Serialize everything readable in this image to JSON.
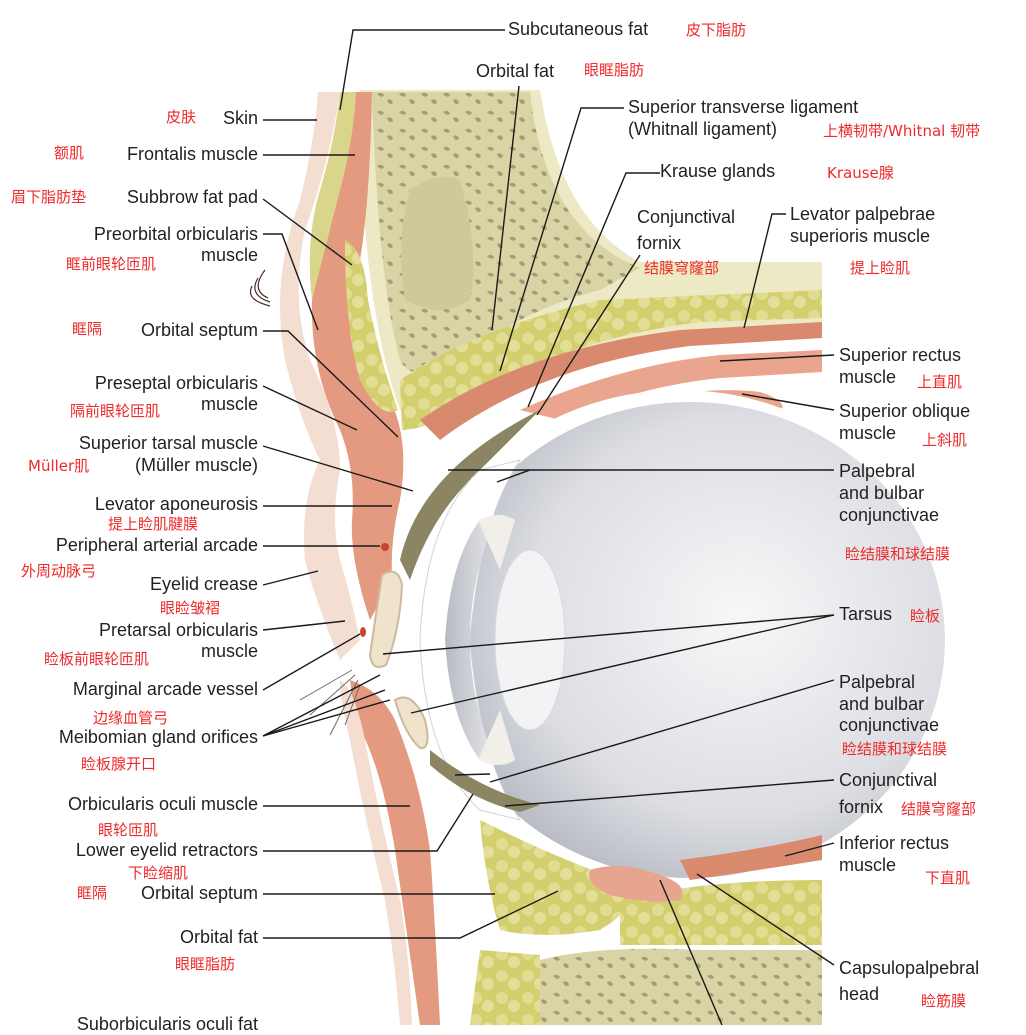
{
  "figure": {
    "title": "Sagittal section of the upper and lower eyelid and orbit",
    "colors": {
      "label_en": "#231f20",
      "label_cn": "#ee2a2a",
      "skin": "#f3dcd0",
      "muscle": "#e2907a",
      "fat": "#d6d27a",
      "bone": "#d8d3a5",
      "globe": "#e4e6ea"
    }
  },
  "labels_left": [
    {
      "en": "Skin",
      "cn": "皮肤"
    },
    {
      "en": "Frontalis muscle",
      "cn": "额肌"
    },
    {
      "en": "Subbrow fat pad",
      "cn": "眉下脂肪垫"
    },
    {
      "en": "Preorbital orbicularis",
      "en2": "muscle",
      "cn": "眶前眼轮匝肌"
    },
    {
      "en": "Orbital septum",
      "cn": "眶隔"
    },
    {
      "en": "Preseptal orbicularis",
      "en2": "muscle",
      "cn": "隔前眼轮匝肌"
    },
    {
      "en": "Superior tarsal muscle",
      "en2": "(Müller muscle)",
      "cn": "Müller肌"
    },
    {
      "en": "Levator aponeurosis",
      "cn": "提上睑肌腱膜"
    },
    {
      "en": "Peripheral arterial arcade",
      "cn": "外周动脉弓"
    },
    {
      "en": "Eyelid crease",
      "cn": "眼睑皱褶"
    },
    {
      "en": "Pretarsal orbicularis",
      "en2": "muscle",
      "cn": "睑板前眼轮匝肌"
    },
    {
      "en": "Marginal arcade vessel",
      "cn": "边缘血管弓"
    },
    {
      "en": "Meibomian gland orifices",
      "cn": "睑板腺开口"
    },
    {
      "en": "Orbicularis oculi muscle",
      "cn": "眼轮匝肌"
    },
    {
      "en": "Lower eyelid retractors",
      "cn": "下睑缩肌"
    },
    {
      "en": "Orbital septum",
      "cn": "眶隔"
    },
    {
      "en": "Orbital fat",
      "cn": "眼眶脂肪"
    },
    {
      "en": "Suborbicularis oculi fat",
      "cn": ""
    }
  ],
  "labels_top": [
    {
      "en": "Subcutaneous fat",
      "cn": "皮下脂肪"
    },
    {
      "en": "Orbital fat",
      "cn": "眼眶脂肪"
    },
    {
      "en": "Superior transverse ligament",
      "en2": "(Whitnall ligament)",
      "cn": "上横韧带/Whitnal 韧带"
    },
    {
      "en": "Krause glands",
      "cn": "Krause腺"
    },
    {
      "en": "Conjunctival",
      "en2": "fornix",
      "cn": "结膜穹窿部"
    },
    {
      "en": "Levator palpebrae",
      "en2": "superioris muscle",
      "cn": "提上睑肌"
    }
  ],
  "labels_right": [
    {
      "en": "Superior rectus",
      "en2": "muscle",
      "cn": "上直肌"
    },
    {
      "en": "Superior oblique",
      "en2": "muscle",
      "cn": "上斜肌"
    },
    {
      "en": "Palpebral",
      "en2": "and bulbar",
      "en3": "conjunctivae",
      "cn": "睑结膜和球结膜"
    },
    {
      "en": "Tarsus",
      "cn": "睑板"
    },
    {
      "en": "Palpebral",
      "en2": "and bulbar",
      "en3": "conjunctivae",
      "cn": "睑结膜和球结膜"
    },
    {
      "en": "Conjunctival",
      "en2": "fornix",
      "cn": "结膜穹窿部"
    },
    {
      "en": "Inferior rectus",
      "en2": "muscle",
      "cn": "下直肌"
    },
    {
      "en": "Capsulopalpebral",
      "en2": "head",
      "cn": "睑筋膜"
    }
  ]
}
